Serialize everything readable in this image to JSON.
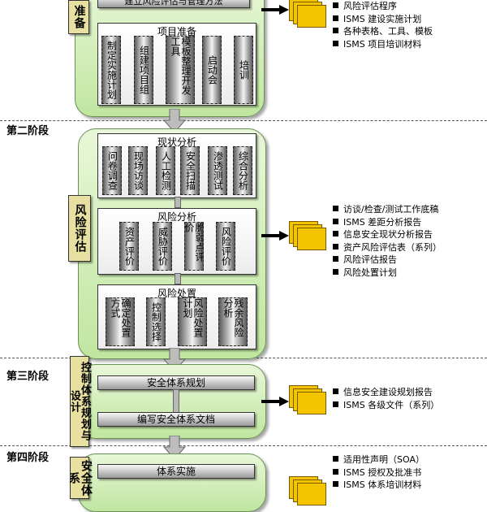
{
  "phases": [
    {
      "label": ""
    },
    {
      "label": "第二阶段"
    },
    {
      "label": "第三阶段"
    },
    {
      "label": "第四阶段"
    }
  ],
  "stage1": {
    "vlabel": "准备",
    "top_bar": "建立风险评估与管理方法",
    "panel": {
      "title": "项目准备",
      "items": [
        "制定实施计划",
        "组建项目组",
        "模板整理开发工具",
        "启动会",
        "培训"
      ]
    }
  },
  "stage2": {
    "vlabel": "风险评估",
    "panels": [
      {
        "title": "现状分析",
        "items": [
          "问卷调查",
          "现场访谈",
          "人工检测",
          "安全扫描",
          "渗透测试",
          "综合分析"
        ]
      },
      {
        "title": "风险分析",
        "items": [
          "资产评价",
          "威胁评价",
          "脆弱点评价",
          "风险评价"
        ]
      },
      {
        "title": "风险处置",
        "items": [
          "确定处置方式",
          "控制选择",
          "风险处置计划",
          "残余风险分析"
        ]
      }
    ]
  },
  "stage3": {
    "vlabel": "控制体系规划与设计",
    "bars": [
      "安全体系规划",
      "编写安全体系文档"
    ]
  },
  "stage4": {
    "vlabel": "安全体系",
    "bars": [
      "体系实施"
    ]
  },
  "deliverables": [
    {
      "items": [
        "风险评估程序",
        "ISMS 建设实施计划",
        "各种表格、工具、模板",
        "ISMS 项目培训材料"
      ]
    },
    {
      "items": [
        "访谈/检查/测试工作底稿",
        "ISMS 差距分析报告",
        "信息安全现状分析报告",
        "资产风险评估表（系列）",
        "风险评估报告",
        "风险处置计划"
      ]
    },
    {
      "items": [
        "信息安全建设规划报告",
        "ISMS 各级文件（系列）"
      ]
    },
    {
      "items": [
        "适用性声明（SOA）",
        "ISMS 授权及批准书",
        "ISMS 体系培训材料"
      ]
    }
  ],
  "colors": {
    "green_fill": "#c0e6a0",
    "label_fill": "#e7e0a0",
    "doc_fill": "#f5c400"
  }
}
